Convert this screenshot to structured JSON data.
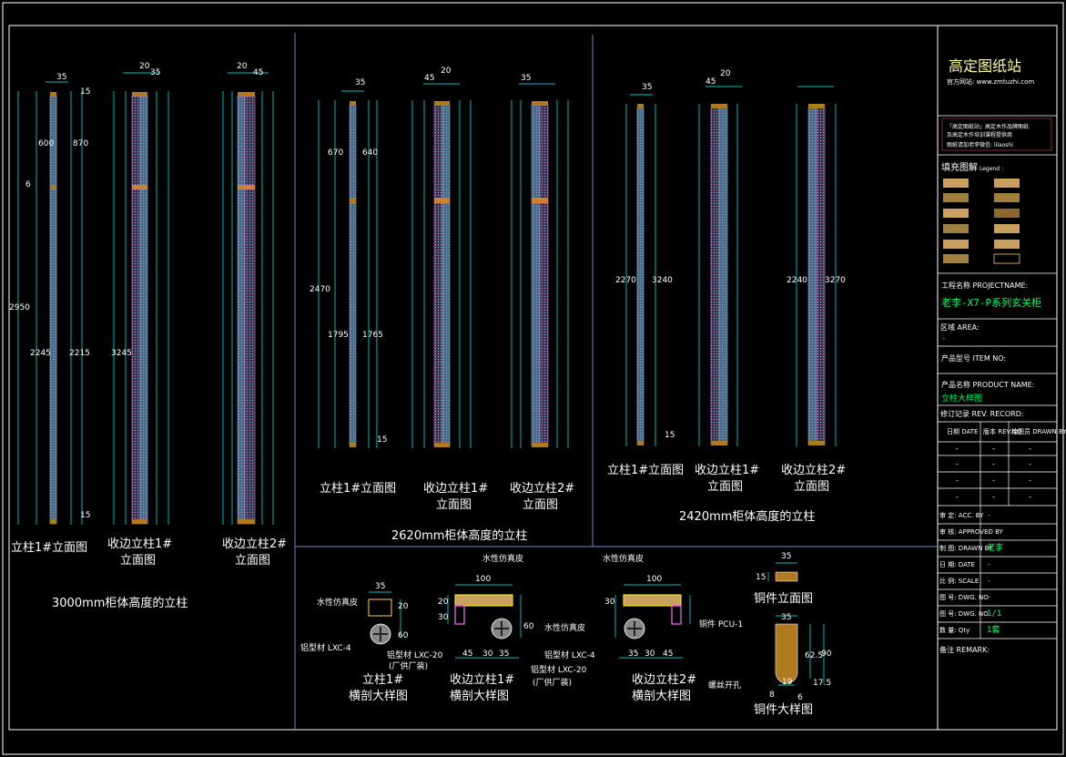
{
  "title_block": {
    "brand": "高定图纸站",
    "site": "官方网站: www.zmtuzhi.com",
    "notice_1": "「高定图纸站」高定木作品牌图纸",
    "notice_2": "及高定木作培训课程提供商",
    "notice_3": "图纸请加老李微信: lilaoshi",
    "legend_title": "填充图解",
    "legend_sub": "Legend :",
    "project_label": "工程名称 PROJECTNAME:",
    "project_value": "老李-X7-P系列玄关柜",
    "area_label": "区域 AREA:",
    "area_value": "-",
    "item_label": "产品型号 ITEM NO:",
    "product_label": "产品名称 PRODUCT NAME:",
    "product_value": "立柱大样图",
    "rev_label": "修订记录 REV. RECORD:",
    "rev_headers": [
      "日期 DATE",
      "版本 REV.NO",
      "绘图员 DRAWN BY"
    ],
    "rev_rows": [
      [
        "-",
        "-",
        "-"
      ],
      [
        "-",
        "-",
        "-"
      ],
      [
        "-",
        "-",
        "-"
      ],
      [
        "-",
        "-",
        "-"
      ]
    ],
    "fields": [
      {
        "label": "审 定: ACC. BY",
        "value": "-"
      },
      {
        "label": "审 核: APPROVED BY",
        "value": "-"
      },
      {
        "label": "制 图: DRAWN BY",
        "value": "老李"
      },
      {
        "label": "日 期: DATE",
        "value": "-"
      },
      {
        "label": "比 例: SCALE",
        "value": "-"
      },
      {
        "label": "图 号: DWG. NO",
        "value": "-"
      },
      {
        "label": "图 号: DWG. NO",
        "value": "1/1"
      },
      {
        "label": "数 量: Qty",
        "value": "1套"
      }
    ],
    "remark_label": "备注 REMARK:"
  },
  "group_3000": {
    "caption": "3000mm柜体高度的立柱",
    "views": [
      {
        "label_1": "立柱1#立面图",
        "label_2": ""
      },
      {
        "label_1": "收边立柱1#",
        "label_2": "立面图"
      },
      {
        "label_1": "收边立柱2#",
        "label_2": "立面图"
      }
    ],
    "dims": [
      "35",
      "20",
      "35",
      "20",
      "45",
      "15",
      "600",
      "870",
      "6",
      "2950",
      "2245",
      "2215",
      "3245",
      "15"
    ]
  },
  "group_2620": {
    "caption": "2620mm柜体高度的立柱",
    "views": [
      {
        "label_1": "立柱1#立面图",
        "label_2": ""
      },
      {
        "label_1": "收边立柱1#",
        "label_2": "立面图"
      },
      {
        "label_1": "收边立柱2#",
        "label_2": "立面图"
      }
    ],
    "dims": [
      "35",
      "45",
      "20",
      "35",
      "670",
      "640",
      "2470",
      "1795",
      "1765",
      "15"
    ]
  },
  "group_2420": {
    "caption": "2420mm柜体高度的立柱",
    "views": [
      {
        "label_1": "立柱1#立面图",
        "label_2": ""
      },
      {
        "label_1": "收边立柱1#",
        "label_2": "立面图"
      },
      {
        "label_1": "收边立柱2#",
        "label_2": "立面图"
      }
    ],
    "dims": [
      "35",
      "45",
      "20",
      "2270",
      "3240",
      "2240",
      "3270",
      "15"
    ]
  },
  "sections": {
    "s1": {
      "label_1": "立柱1#",
      "label_2": "横剖大样图",
      "dims": [
        "35",
        "20",
        "60"
      ]
    },
    "s2": {
      "label_1": "收边立柱1#",
      "label_2": "横剖大样图",
      "dims": [
        "100",
        "20",
        "30",
        "60",
        "45",
        "30",
        "35"
      ]
    },
    "s3": {
      "label_1": "收边立柱2#",
      "label_2": "横剖大样图",
      "dims": [
        "100",
        "30",
        "35",
        "30",
        "45"
      ]
    },
    "annotations": [
      "水性仿真皮",
      "铝型材 LXC-4",
      "铝型材 LXC-20",
      "(厂供厂装)",
      "水性仿真皮",
      "铝型材 LXC-4",
      "铝型材 LXC-20",
      "(厂供厂装)",
      "水性仿真皮",
      "水性仿真皮"
    ],
    "copper_elev": {
      "label": "铜件立面图",
      "dims": [
        "35",
        "15"
      ]
    },
    "copper_detail": {
      "label": "铜件大样图",
      "part": "铜件 PCU-1",
      "hole": "螺丝开孔",
      "dims": [
        "35",
        "62.5",
        "90",
        "17.5",
        "19",
        "8",
        "6"
      ]
    }
  },
  "colors": {
    "frame": "#ffffff",
    "dim": "#00ffff",
    "post": "#5f8fb8",
    "hatch": "#ff66ff",
    "copper": "#b07a20",
    "title": "#ffff66"
  }
}
